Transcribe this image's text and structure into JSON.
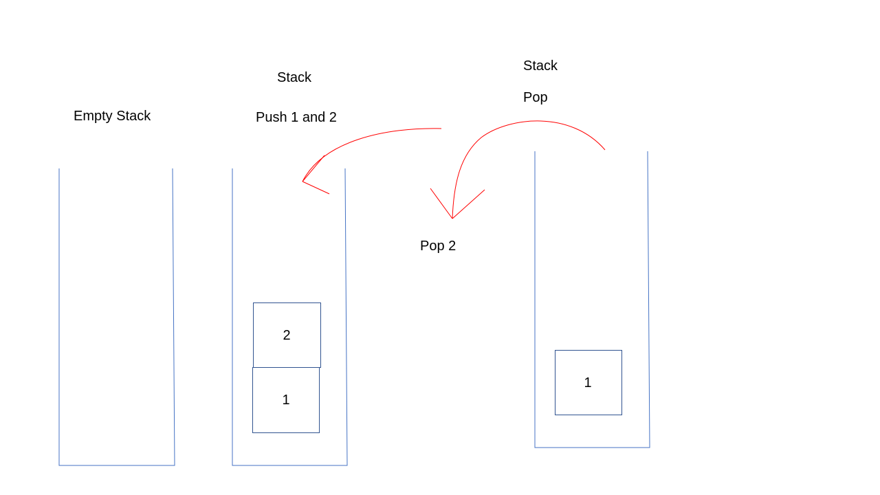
{
  "labels": {
    "empty_stack": "Empty Stack",
    "push_title": "Stack",
    "push_caption": "Push 1 and 2",
    "pop_title": "Stack",
    "pop_caption": "Pop",
    "pop_value": "Pop 2"
  },
  "stacks": [
    {
      "name": "empty-stack",
      "items": []
    },
    {
      "name": "push-stack",
      "items": [
        "2",
        "1"
      ]
    },
    {
      "name": "pop-stack",
      "items": [
        "1"
      ]
    }
  ],
  "colors": {
    "container": "#4472c4",
    "item_border": "#2f528f",
    "arrow": "#ff0000",
    "text": "#000000"
  }
}
